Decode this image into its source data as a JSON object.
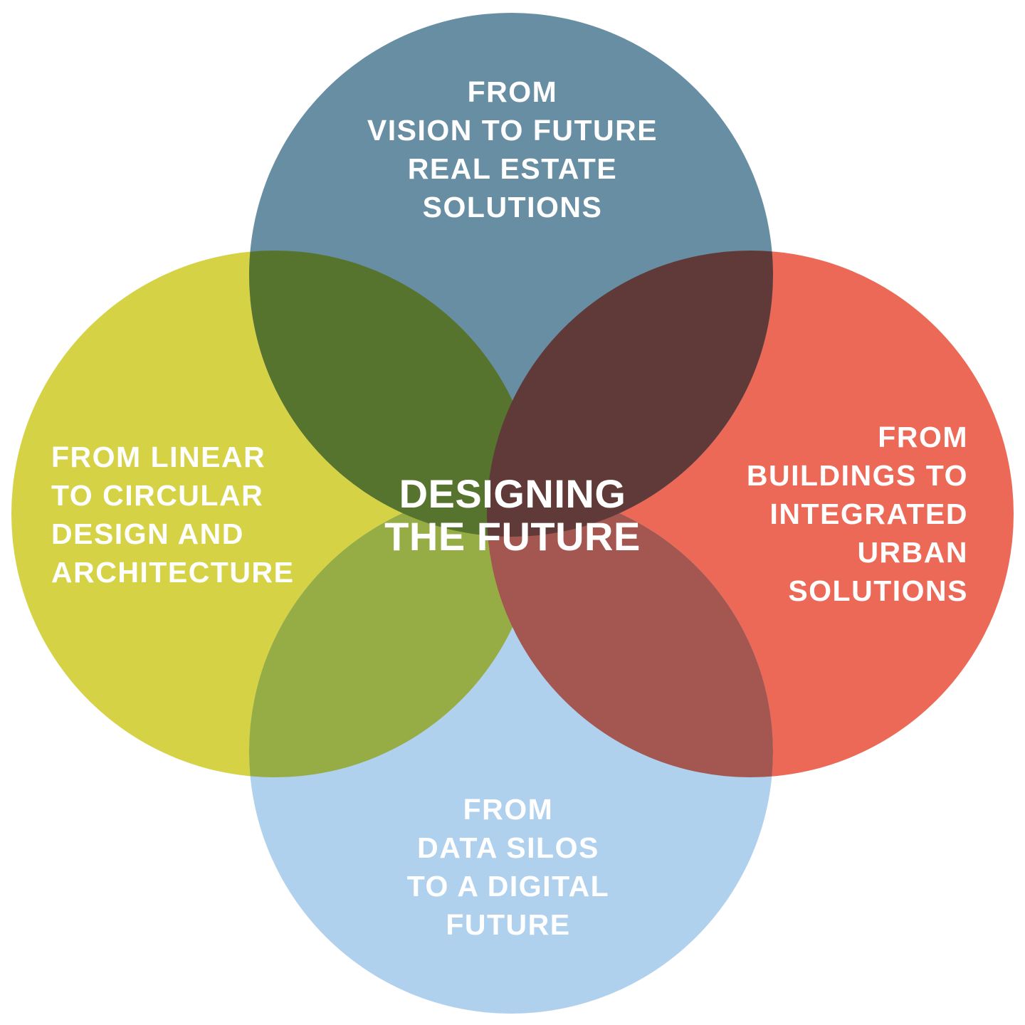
{
  "diagram": {
    "colors": {
      "top": "#688ea3",
      "left": "#d5d246",
      "right": "#ed6957",
      "bottom": "#b0d1ee",
      "top_left_overlap": "#57742f",
      "top_right_overlap": "#603a38",
      "bottom_left_overlap": "#96ac44",
      "bottom_right_overlap": "#a45651",
      "text": "#ffffff"
    },
    "center": {
      "lines": [
        "DESIGNING",
        "THE FUTURE"
      ]
    },
    "circles": [
      {
        "id": "top",
        "lines": [
          "FROM",
          "VISION TO FUTURE",
          "REAL ESTATE",
          "SOLUTIONS"
        ]
      },
      {
        "id": "left",
        "lines": [
          "FROM LINEAR",
          "TO CIRCULAR",
          "DESIGN AND",
          "ARCHITECTURE"
        ]
      },
      {
        "id": "right",
        "lines": [
          "FROM",
          "BUILDINGS TO",
          "INTEGRATED",
          "URBAN",
          "SOLUTIONS"
        ]
      },
      {
        "id": "bottom",
        "lines": [
          "FROM",
          "DATA SILOS",
          "TO A DIGITAL",
          "FUTURE"
        ]
      }
    ]
  }
}
